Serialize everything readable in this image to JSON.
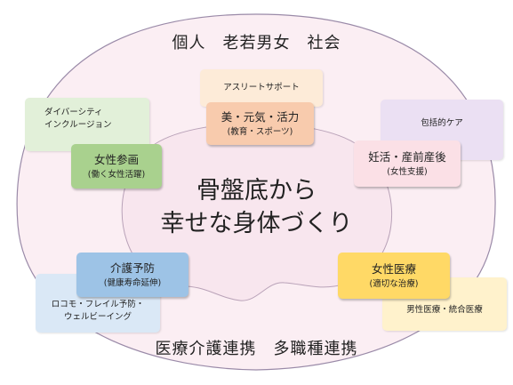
{
  "colors": {
    "background": "#ffffff",
    "ellipse_fill": "#fbeef3",
    "ellipse_stroke": "#9a8aa8",
    "green_box": "#a9d18e",
    "red_box": "#f8cbad",
    "pink_box": "#fbe0e6",
    "blue_box": "#9dc3e6",
    "yellow_box": "#ffd966",
    "soft_green": "#e2f0d9",
    "soft_orange": "#fdebd8",
    "soft_purple": "#ebe0f3",
    "soft_blue": "#dae8f6",
    "soft_yellow": "#fff2cc"
  },
  "top_label": "個人　老若男女　社会",
  "bottom_label": "医療介護連携　多職種連携",
  "center_title": {
    "line1": "骨盤底から",
    "line2": "幸せな身体づくり"
  },
  "main_boxes": {
    "sports": {
      "line1": "美・元気・活力",
      "line2": "(教育・スポーツ)"
    },
    "women_work": {
      "line1": "女性参画",
      "line2": "(働く女性活躍)"
    },
    "pregnancy": {
      "line1": "妊活・産前産後",
      "line2": "(女性支援)"
    },
    "care_prevention": {
      "line1": "介護予防",
      "line2": "(健康寿命延伸)"
    },
    "women_medicine": {
      "line1": "女性医療",
      "line2": "(適切な治療)"
    }
  },
  "sub_boxes": {
    "athlete": {
      "line1": "アスリートサポート"
    },
    "diversity": {
      "line1": "ダイバーシティ",
      "line2": "インクルージョン"
    },
    "comprehensive": {
      "line1": "包括的ケア"
    },
    "locomo": {
      "line1": "ロコモ・フレイル予防・",
      "line2": "ウェルビーイング"
    },
    "mens_medicine": {
      "line1": "男性医療・統合医療"
    }
  }
}
